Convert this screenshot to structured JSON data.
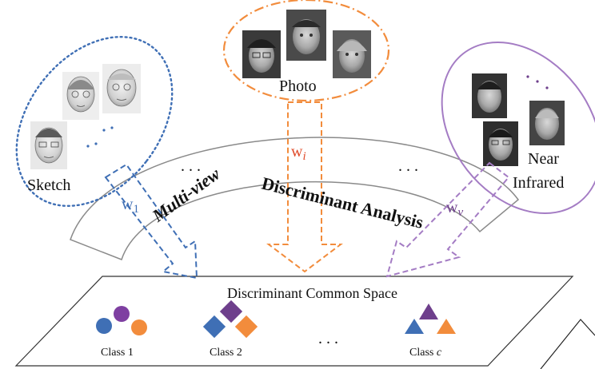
{
  "views": {
    "sketch": {
      "label": "Sketch",
      "weight_base": "w",
      "weight_sub": "1",
      "color": "#3f6fb5"
    },
    "photo": {
      "label": "Photo",
      "weight_base": "w",
      "weight_sub": "i",
      "color": "#f28c3c"
    },
    "nir": {
      "label_line1": "Near",
      "label_line2": "Infrared",
      "weight_base": "w",
      "weight_sub": "v",
      "color": "#a47cc4"
    }
  },
  "arc": {
    "title_left": "Multi-view",
    "title_right": "Discriminant Analysis",
    "dots_left": ". . .",
    "dots_right": ". . ."
  },
  "space": {
    "title": "Discriminant Common Space",
    "ellipsis": ". . .",
    "classes": [
      {
        "label": "Class 1"
      },
      {
        "label": "Class 2"
      },
      {
        "label_prefix": "Class ",
        "label_var": "c"
      }
    ]
  },
  "colors": {
    "blue": "#3f6fb5",
    "orange": "#f28c3c",
    "purple": "#6e3f8c",
    "lavender": "#a47cc4",
    "arc_stroke": "#8a8a8a",
    "ink": "#111111"
  }
}
